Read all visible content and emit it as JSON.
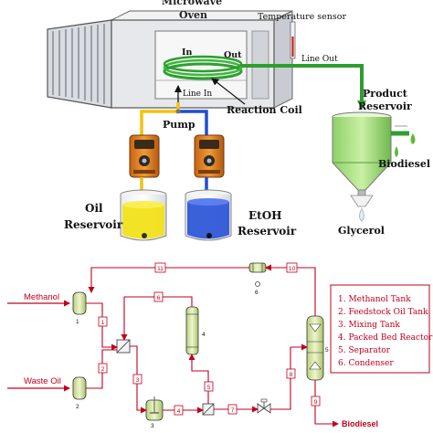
{
  "top": {
    "header_partial": "Microwave",
    "oven": "Oven",
    "temperature_sensor": "Temperature sensor",
    "coil_in": "In",
    "coil_out": "Out",
    "line_out": "Line Out",
    "line_in": "Line In",
    "reaction_coil": "Reaction Coil",
    "pump": "Pump",
    "product_reservoir_l1": "Product",
    "product_reservoir_l2": "Reservoir",
    "biodiesel": "Biodiesel",
    "glycerol": "Glycerol",
    "oil_reservoir_l1": "Oil",
    "oil_reservoir_l2": "Reservoir",
    "etoh_reservoir_l1": "EtOH",
    "etoh_reservoir_l2": "Reservoir"
  },
  "bottom": {
    "methanol": "Methanol",
    "waste_oil": "Waste Oil",
    "biodiesel": "Biodiesel",
    "unit_numbers": [
      "1",
      "2",
      "3",
      "4",
      "5",
      "6"
    ],
    "stream_numbers": [
      "1",
      "2",
      "3",
      "4",
      "5",
      "6",
      "7",
      "8",
      "9",
      "10",
      "11"
    ],
    "legend": [
      "1. Methanol Tank",
      "2. Feedstock Oil Tank",
      "3. Mixing Tank",
      "4. Packed Bed Reactor",
      "5. Separator",
      "6. Condenser"
    ]
  },
  "colors": {
    "stream_line": "#c0001e",
    "oil_liquid": "#f2e21a",
    "etoh_liquid": "#2f57d8",
    "coil_green": "#2e9e2e",
    "pipe_yellow": "#f4c20d",
    "pipe_blue": "#1f4fd0",
    "unit_fill": "#d8e6a6"
  }
}
